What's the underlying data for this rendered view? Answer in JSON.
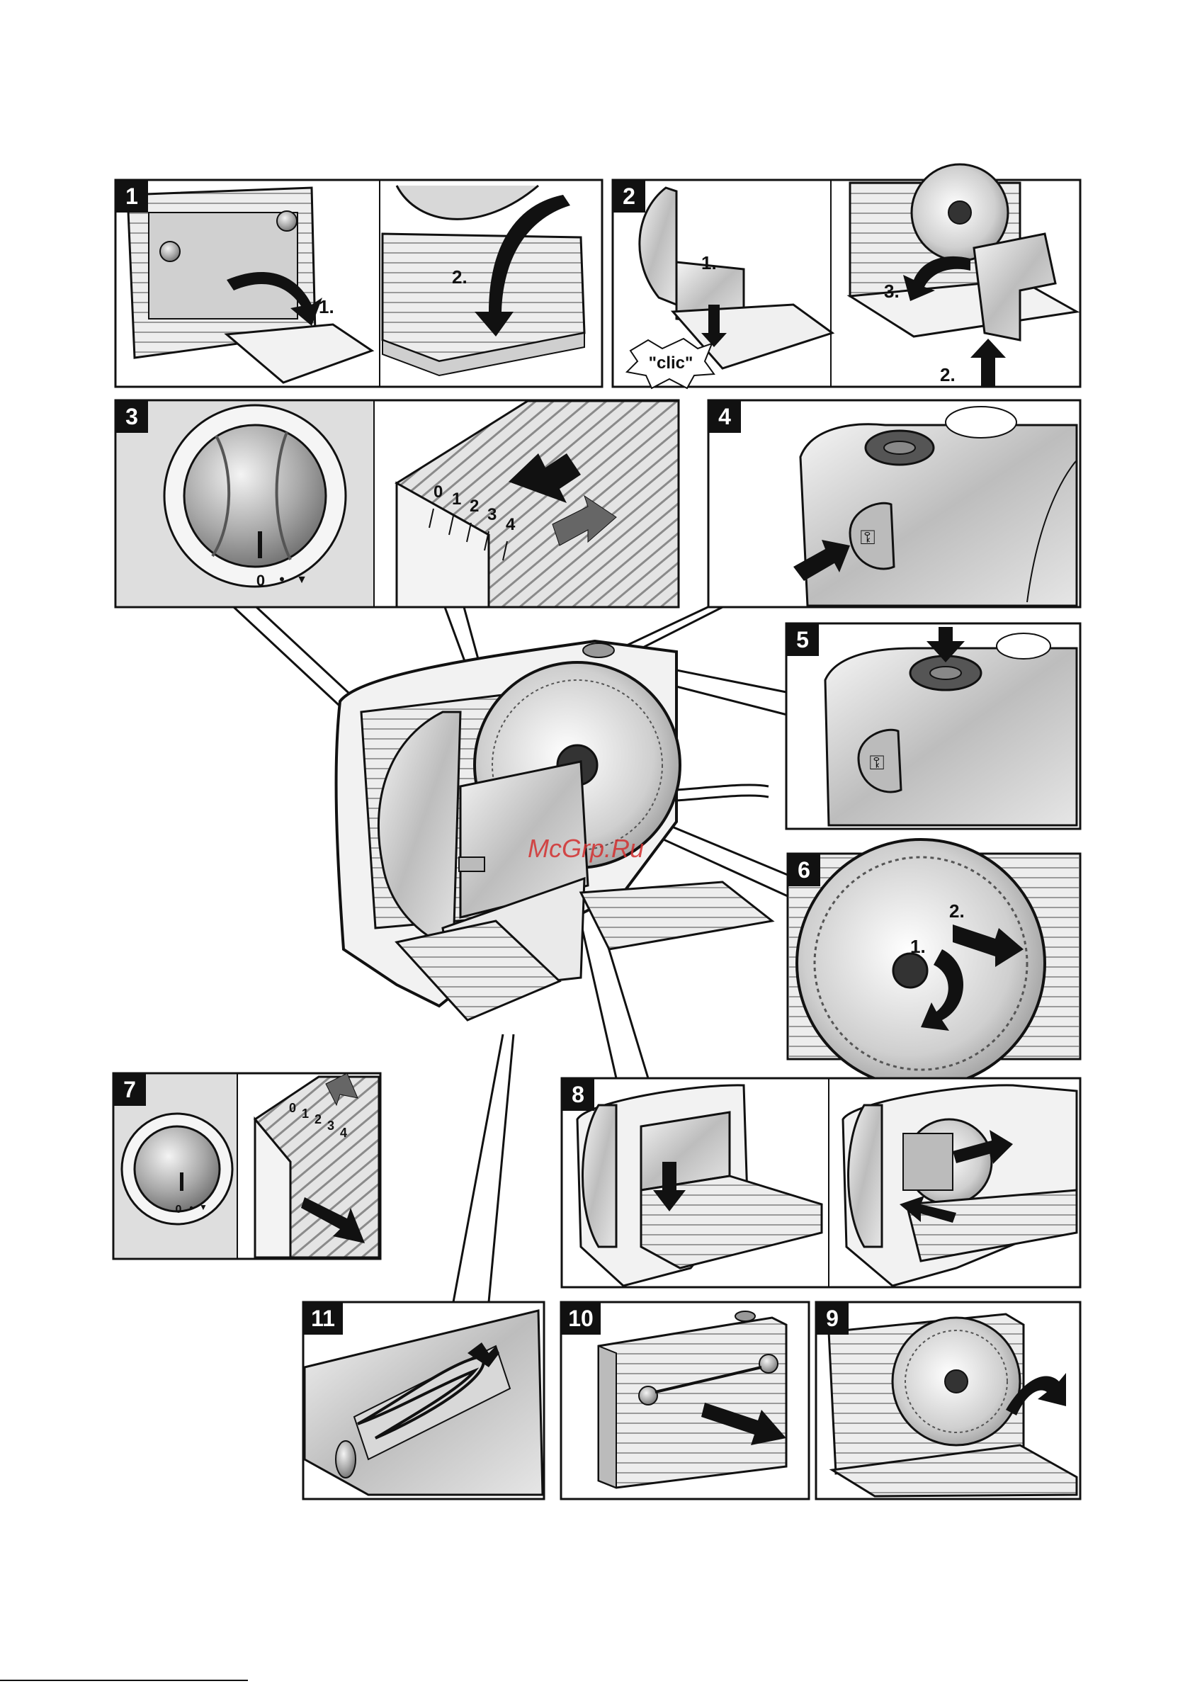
{
  "panels": [
    {
      "id": "p1",
      "number": "1"
    },
    {
      "id": "p2",
      "number": "2"
    },
    {
      "id": "p3",
      "number": "3"
    },
    {
      "id": "p4",
      "number": "4"
    },
    {
      "id": "p5",
      "number": "5"
    },
    {
      "id": "p6",
      "number": "6"
    },
    {
      "id": "p7",
      "number": "7"
    },
    {
      "id": "p8",
      "number": "8"
    },
    {
      "id": "p9",
      "number": "9"
    },
    {
      "id": "p10",
      "number": "10"
    },
    {
      "id": "p11",
      "number": "11"
    }
  ],
  "step_labels": {
    "p1_a": "1.",
    "p1_b": "2.",
    "p2_a": "1.",
    "p2_b": "2.",
    "p2_c": "3.",
    "p2_clic": "\"clic\"",
    "p6_a": "1.",
    "p6_b": "2."
  },
  "dial_marks": {
    "zero": "0",
    "dot": "•",
    "arrow": "▼"
  },
  "scale_numbers": [
    "0",
    "1",
    "2",
    "3",
    "4"
  ],
  "watermark": "McGrp.Ru",
  "colors": {
    "ink": "#111111",
    "panel_fill": "#e9e9e9",
    "machine_fill": "#d4d4d4",
    "label_bg": "#111111",
    "watermark": "#d32f2f"
  }
}
